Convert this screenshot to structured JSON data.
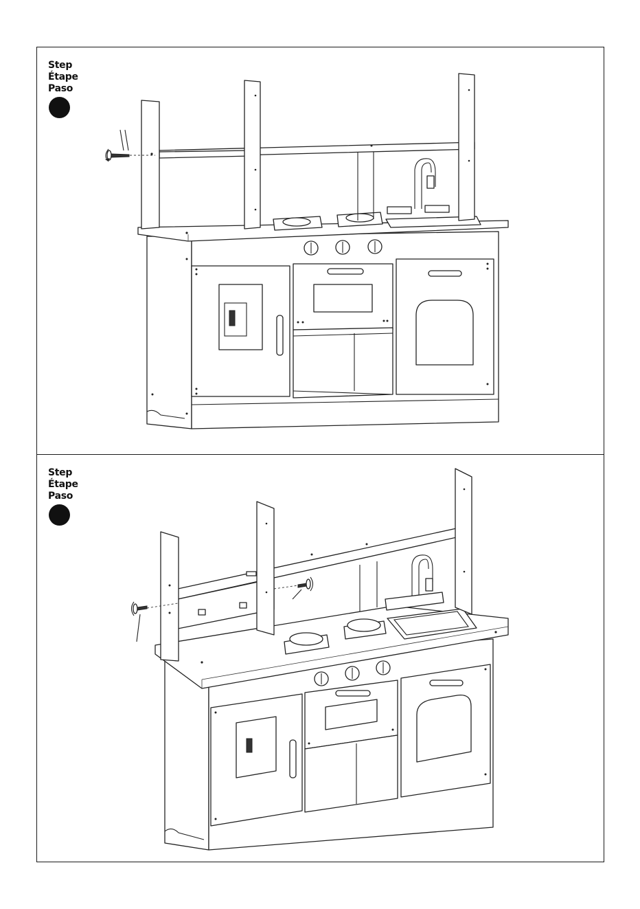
{
  "steps": [
    {
      "labels": [
        "Step",
        "Étape",
        "Paso"
      ]
    },
    {
      "labels": [
        "Step",
        "Étape",
        "Paso"
      ]
    }
  ],
  "icons": [
    "screw-icon",
    "screwdriver-rotation-icon"
  ]
}
